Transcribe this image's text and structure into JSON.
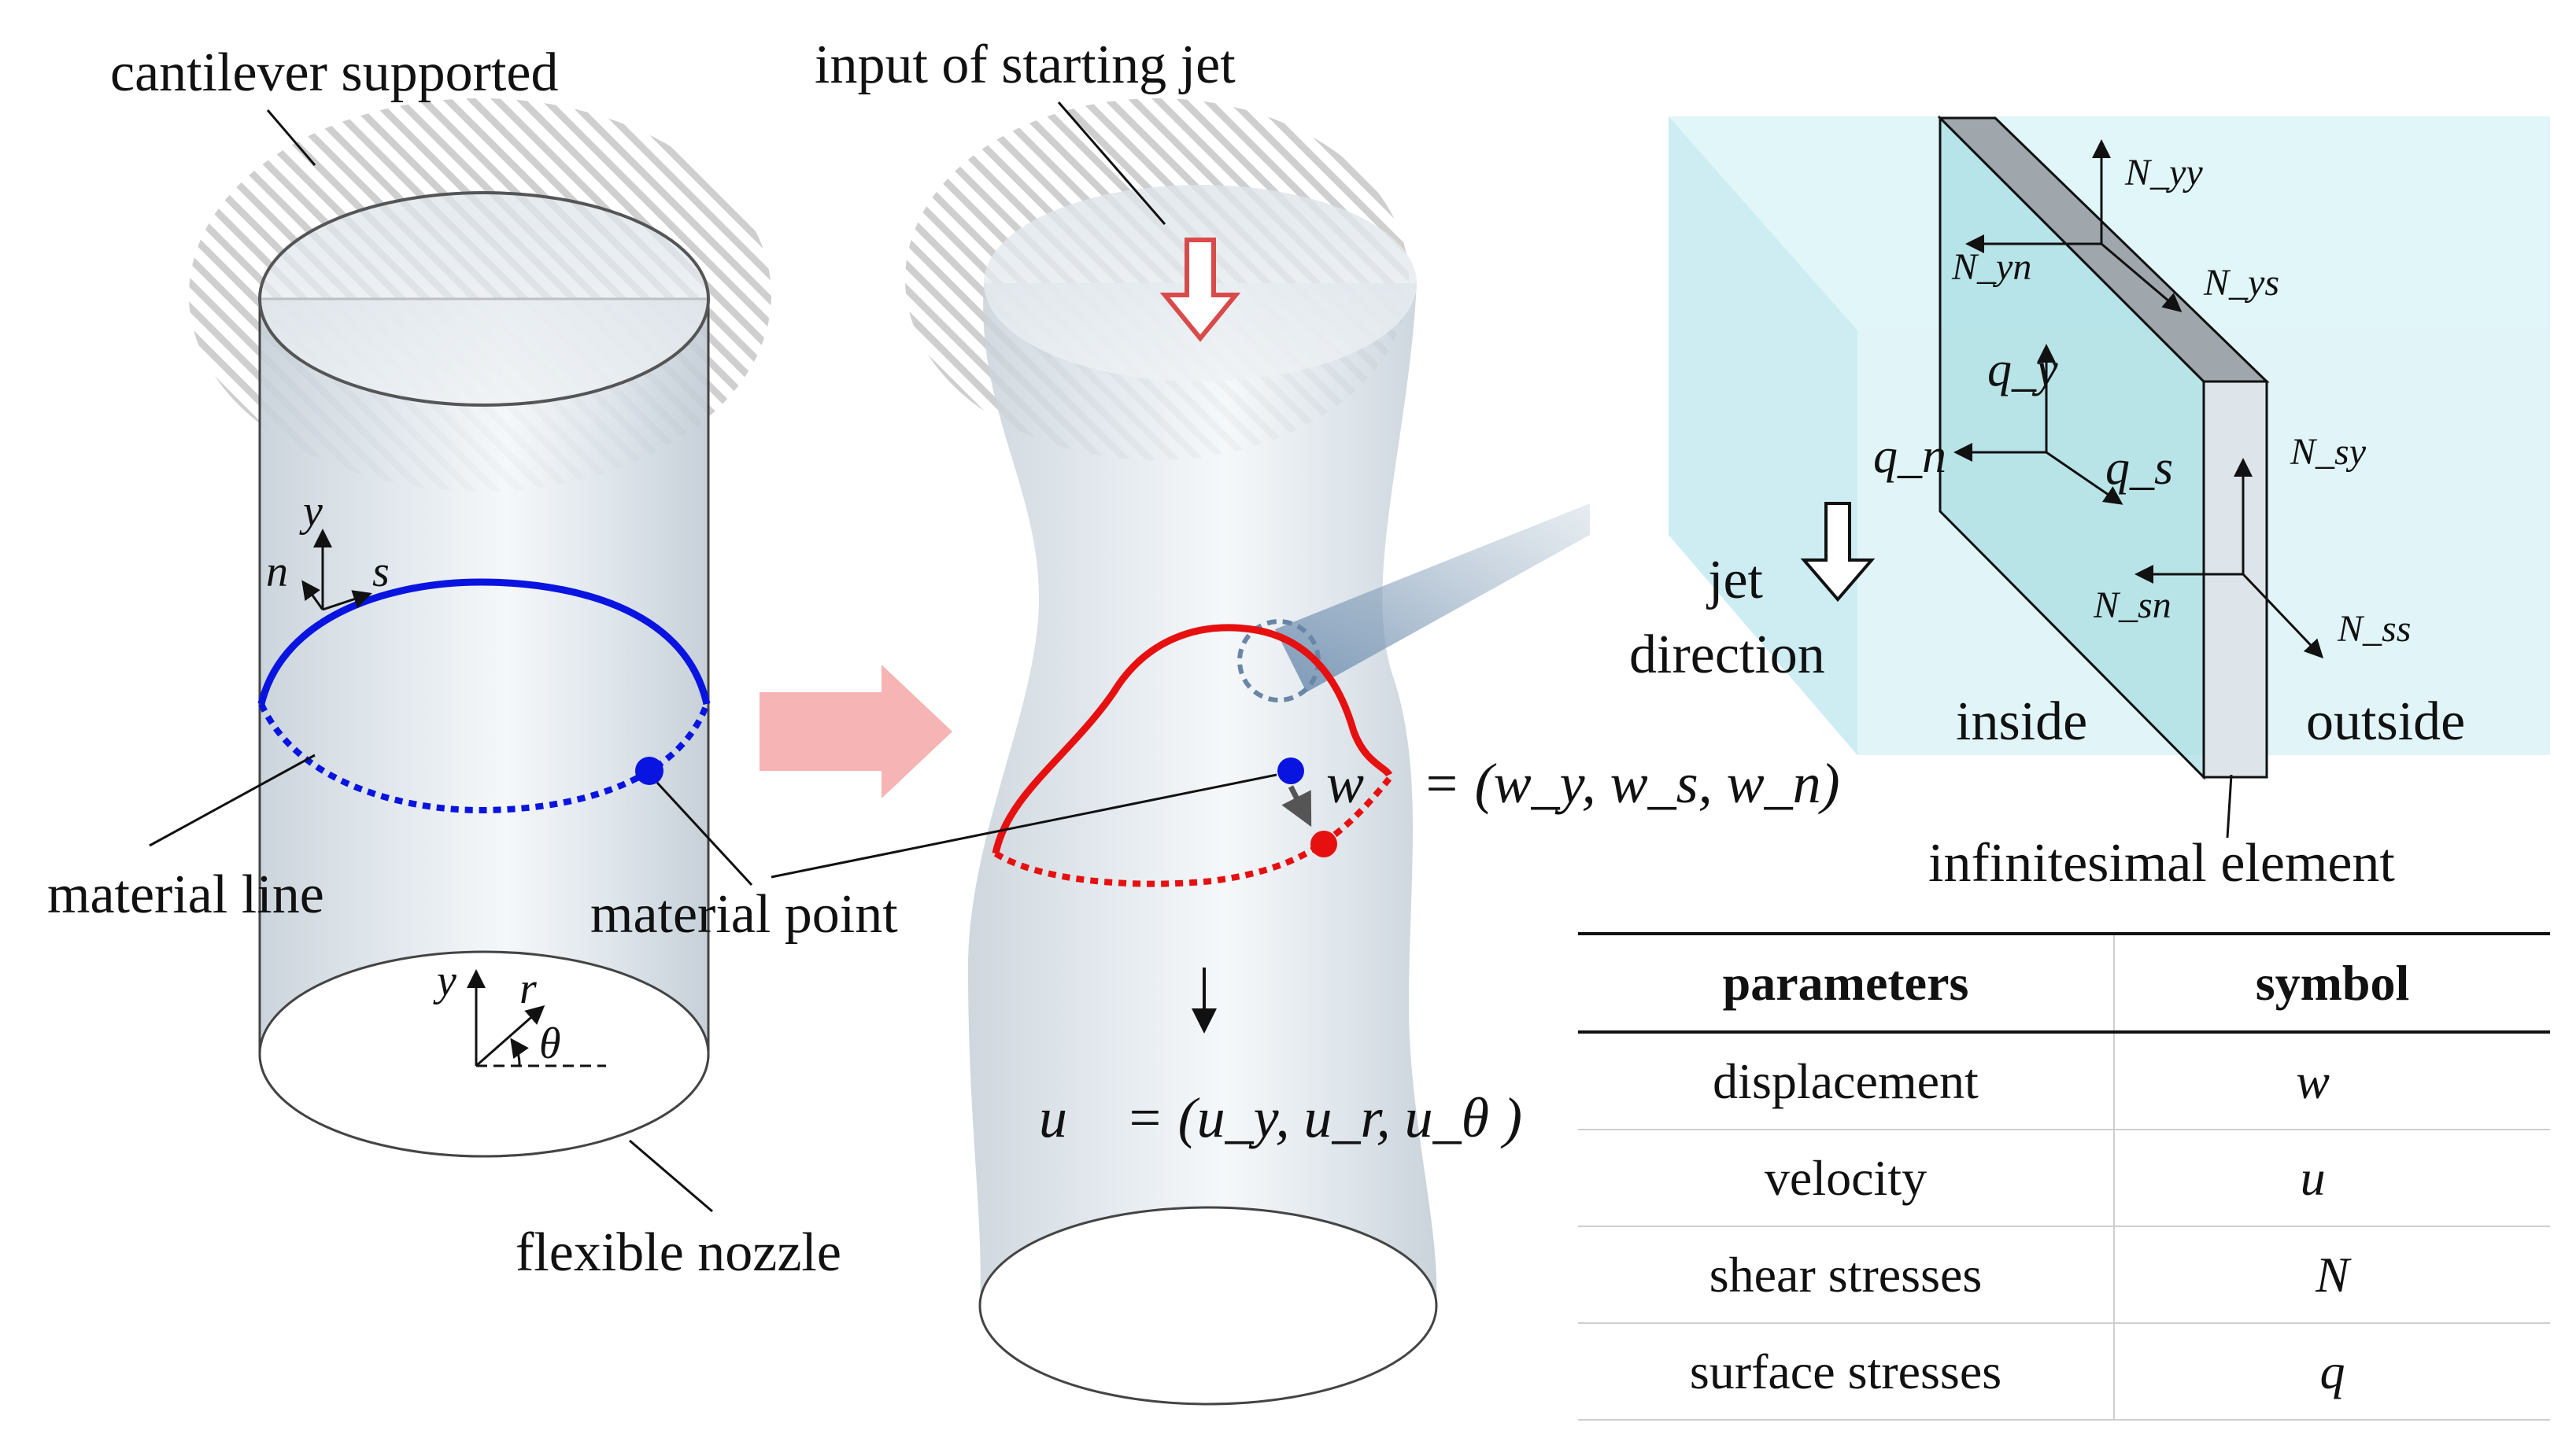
{
  "labels": {
    "cantilever": "cantilever supported",
    "input_jet": "input of starting jet",
    "material_line": "material line",
    "material_point": "material point",
    "flexible_nozzle": "flexible nozzle",
    "jet": "jet",
    "direction": "direction",
    "inside": "inside",
    "outside": "outside",
    "infinitesimal": "infinitesimal element"
  },
  "axes_top": {
    "y": "y",
    "n": "n",
    "s": "s"
  },
  "axes_bottom": {
    "y": "y",
    "r": "r",
    "theta": "θ"
  },
  "equations": {
    "w": "w⃗ = (w_y, w_s, w_n)",
    "u": "u⃗ = (u_y, u_r, u_θ )"
  },
  "element_labels": {
    "Nyy": "N_yy",
    "Nyn": "N_yn",
    "Nys": "N_ys",
    "qy": "q_y",
    "qn": "q_n",
    "qs": "q_s",
    "Nsy": "N_sy",
    "Nsn": "N_sn",
    "Nss": "N_ss"
  },
  "table": {
    "headers": [
      "parameters",
      "symbol"
    ],
    "rows": [
      [
        "displacement",
        "w⃗"
      ],
      [
        "velocity",
        "u⃗"
      ],
      [
        "shear stresses",
        "N"
      ],
      [
        "surface stresses",
        "q"
      ]
    ]
  },
  "colors": {
    "line_blue": "#0a14e0",
    "line_red": "#e61010",
    "arrow_pink": "#f7b4b4",
    "jet_arrow": "#d94b4b",
    "tube_fill": "#dbe3ea",
    "element_box": "#cdeff3"
  }
}
